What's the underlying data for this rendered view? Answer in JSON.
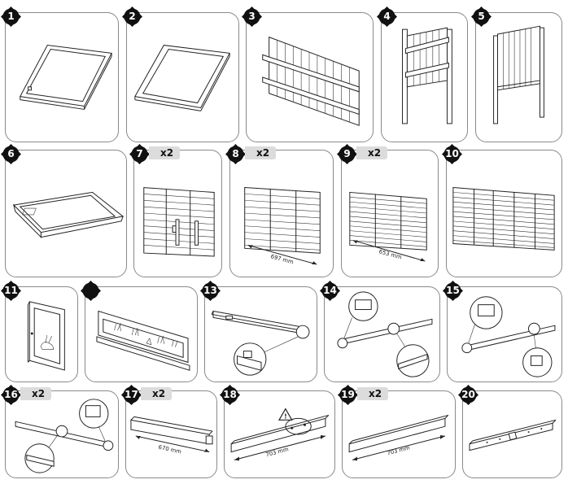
{
  "steps": [
    {
      "number": "1",
      "multiplier": ""
    },
    {
      "number": "2",
      "multiplier": ""
    },
    {
      "number": "3",
      "multiplier": ""
    },
    {
      "number": "4",
      "multiplier": ""
    },
    {
      "number": "5",
      "multiplier": ""
    },
    {
      "number": "6",
      "multiplier": ""
    },
    {
      "number": "7",
      "multiplier": "x2"
    },
    {
      "number": "8",
      "multiplier": "x2"
    },
    {
      "number": "9",
      "multiplier": "x2"
    },
    {
      "number": "10",
      "multiplier": ""
    },
    {
      "number": "11",
      "multiplier": ""
    },
    {
      "number": "",
      "multiplier": ""
    },
    {
      "number": "13",
      "multiplier": ""
    },
    {
      "number": "14",
      "multiplier": ""
    },
    {
      "number": "15",
      "multiplier": ""
    },
    {
      "number": "16",
      "multiplier": "x2"
    },
    {
      "number": "17",
      "multiplier": "x2"
    },
    {
      "number": "18",
      "multiplier": ""
    },
    {
      "number": "19",
      "multiplier": "x2"
    },
    {
      "number": "20",
      "multiplier": ""
    }
  ],
  "dimensions": {
    "step8": "697 mm",
    "step9": "653 mm",
    "step17": "670 mm",
    "step18": "703 mm",
    "step19": "703 mm"
  },
  "warning_symbol": "!"
}
